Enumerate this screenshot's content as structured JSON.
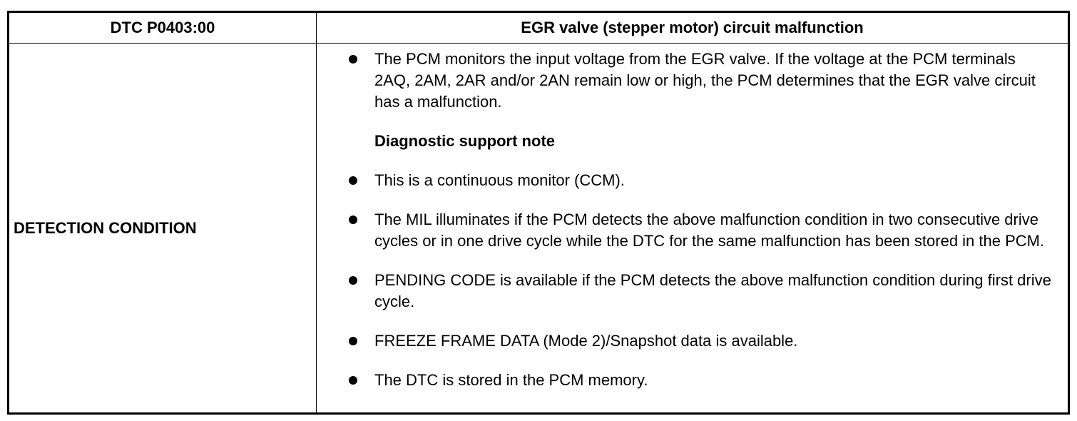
{
  "header": {
    "code": "DTC P0403:00",
    "description": "EGR valve (stepper motor) circuit malfunction"
  },
  "row": {
    "label": "DETECTION CONDITION",
    "items": [
      "The PCM monitors the input voltage from the EGR valve. If the voltage at the PCM terminals 2AQ, 2AM, 2AR and/or 2AN remain low or high, the PCM determines that the EGR valve circuit has a malfunction.",
      "This is a continuous monitor (CCM).",
      "The MIL illuminates if the PCM detects the above malfunction condition in two consecutive drive cycles or in one drive cycle while the DTC for the same malfunction has been stored in the PCM.",
      "PENDING CODE is available if the PCM detects the above malfunction condition during first drive cycle.",
      "FREEZE FRAME DATA (Mode 2)/Snapshot data is available.",
      "The DTC is stored in the PCM memory."
    ],
    "note_heading": "Diagnostic support note"
  }
}
